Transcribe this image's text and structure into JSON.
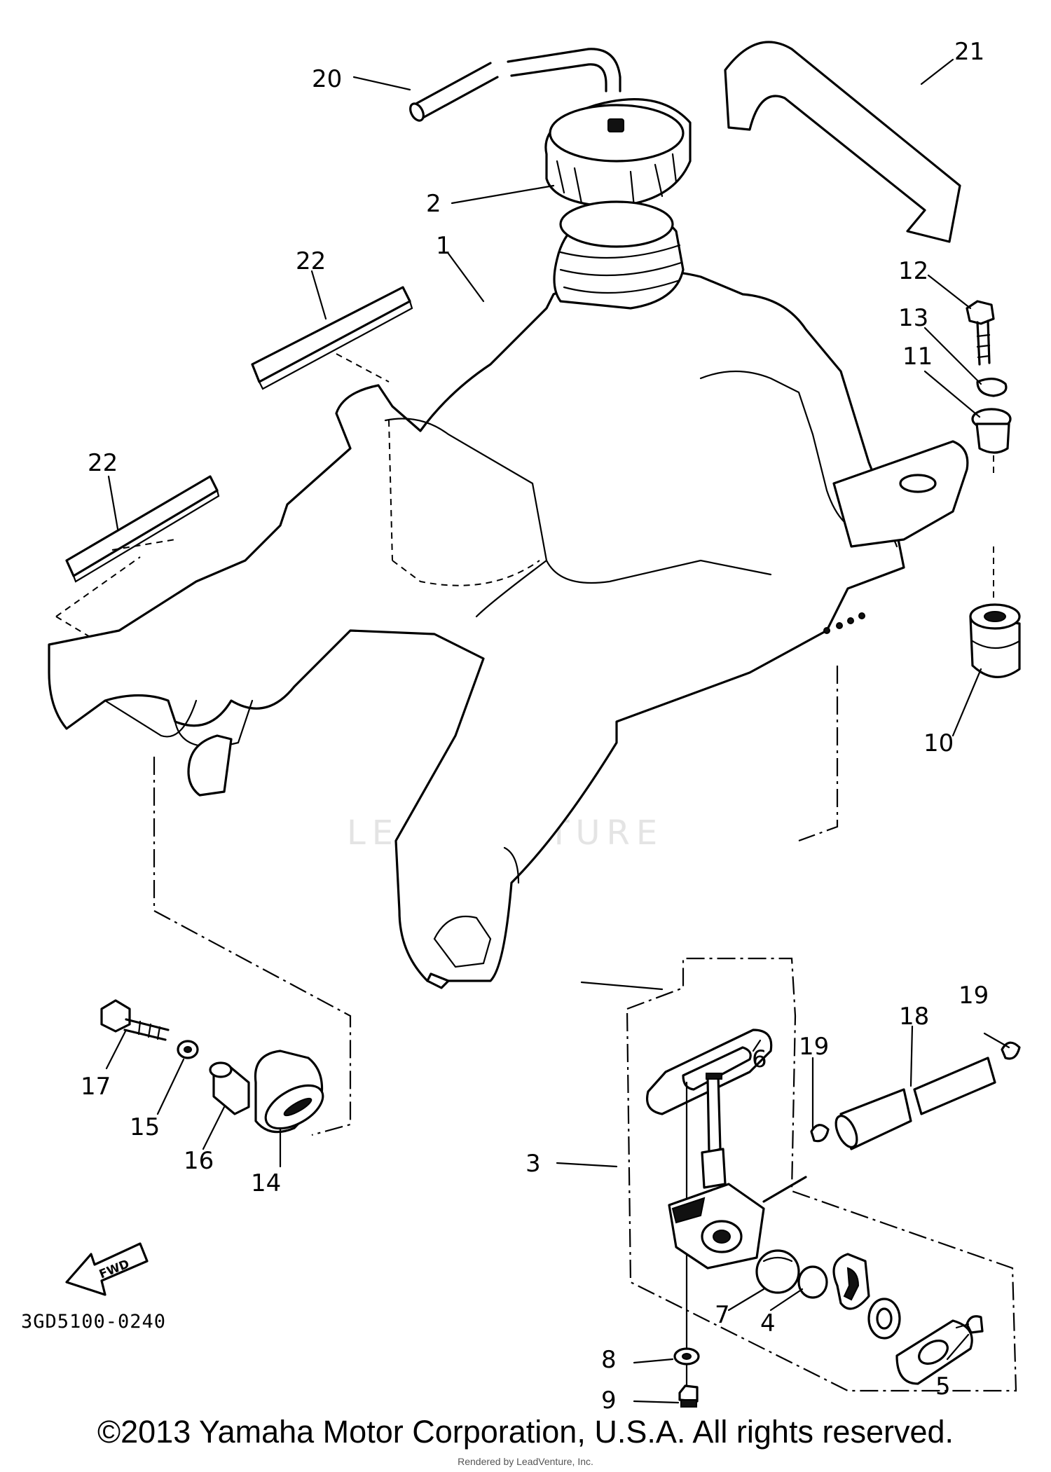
{
  "diagram": {
    "catalog_code": "3GD5100-0240",
    "fwd_label": "FWD",
    "watermark": "LEADVENTURE",
    "callouts": {
      "c1": "1",
      "c2": "2",
      "c3": "3",
      "c4": "4",
      "c5": "5",
      "c6": "6",
      "c7": "7",
      "c8": "8",
      "c9": "9",
      "c10": "10",
      "c11": "11",
      "c12": "12",
      "c13": "13",
      "c14": "14",
      "c15": "15",
      "c16": "16",
      "c17": "17",
      "c18": "18",
      "c19a": "19",
      "c19b": "19",
      "c20": "20",
      "c21": "21",
      "c22a": "22",
      "c22b": "22"
    }
  },
  "footer": {
    "copyright": "©2013 Yamaha Motor Corporation, U.S.A. All rights reserved.",
    "rendered_by": "Rendered by LeadVenture, Inc."
  }
}
